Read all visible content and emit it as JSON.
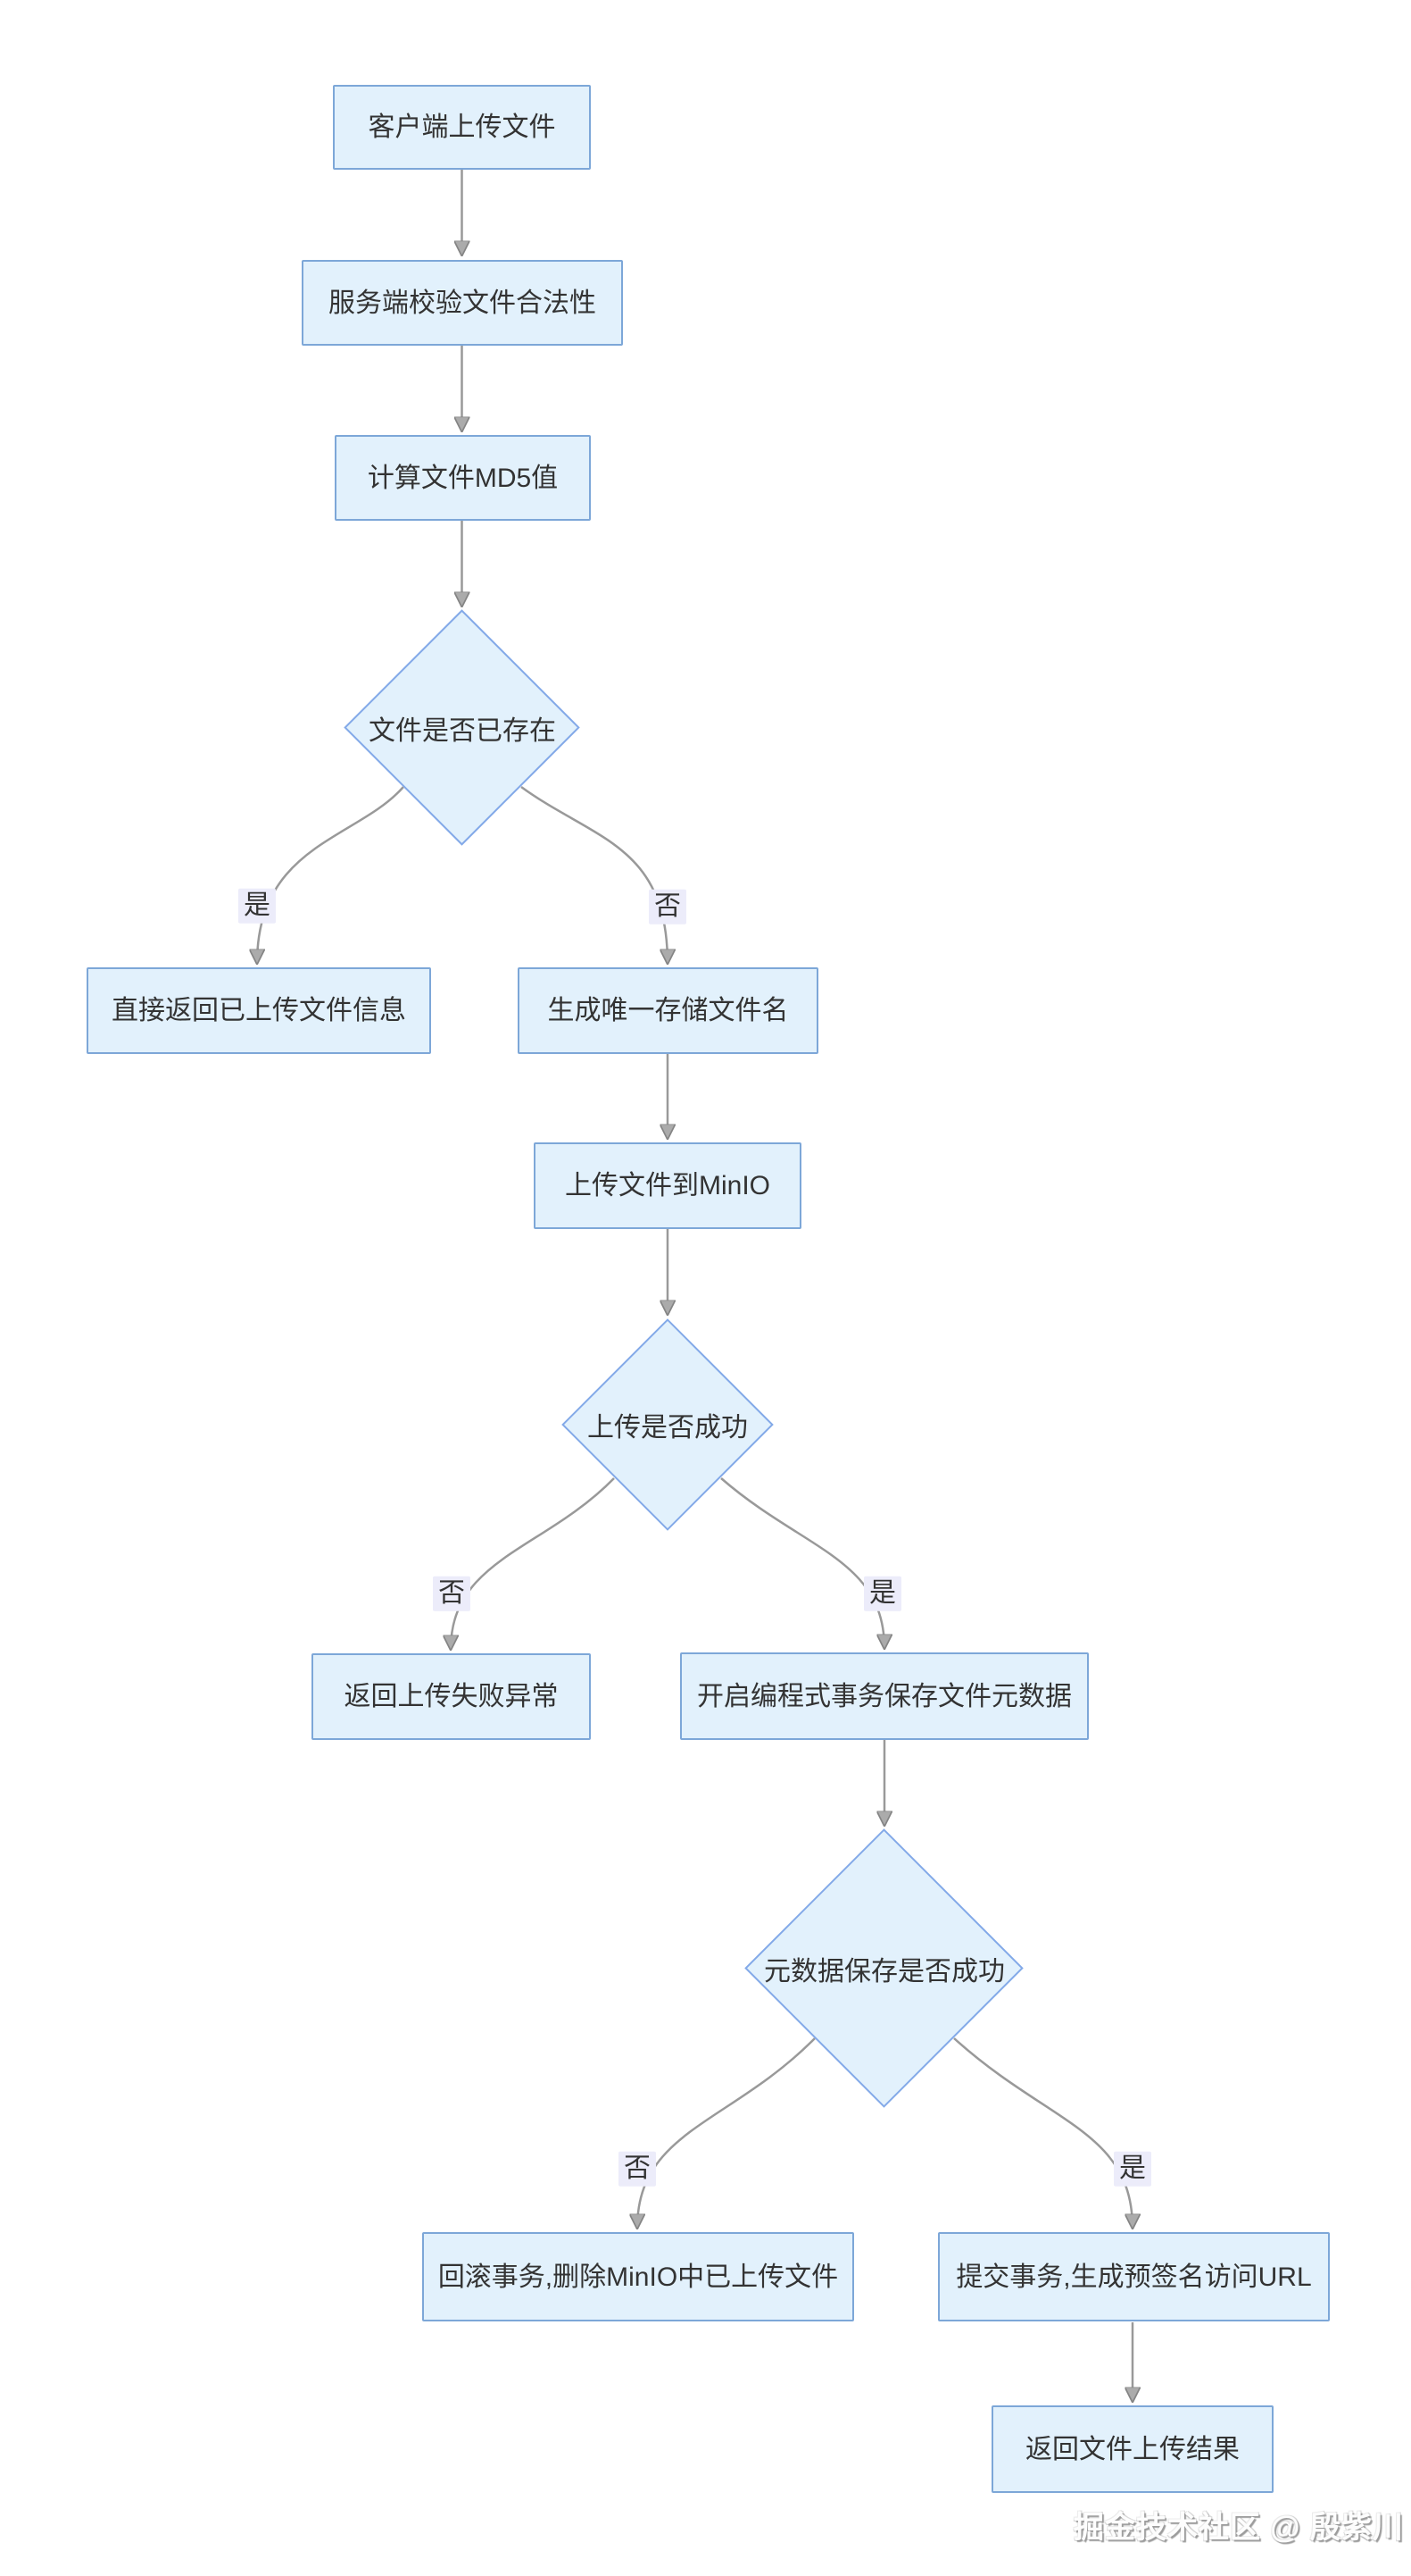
{
  "diagram": {
    "title": "file-upload-flowchart",
    "colors": {
      "background": "#ffffff",
      "node_fill": "#e2f1fc",
      "rect_border": "#7da7d8",
      "diamond_border": "#83a9e8",
      "edge_line": "#999999",
      "edge_label_bg": "#ececfa",
      "text": "#333333"
    },
    "nodes": [
      {
        "id": "A",
        "type": "rect",
        "label": "客户端上传文件"
      },
      {
        "id": "B",
        "type": "rect",
        "label": "服务端校验文件合法性"
      },
      {
        "id": "C",
        "type": "rect",
        "label": "计算文件MD5值"
      },
      {
        "id": "D",
        "type": "diamond",
        "label": "文件是否已存在"
      },
      {
        "id": "E",
        "type": "rect",
        "label": "直接返回已上传文件信息"
      },
      {
        "id": "F",
        "type": "rect",
        "label": "生成唯一存储文件名"
      },
      {
        "id": "G",
        "type": "rect",
        "label": "上传文件到MinIO"
      },
      {
        "id": "H",
        "type": "diamond",
        "label": "上传是否成功"
      },
      {
        "id": "I",
        "type": "rect",
        "label": "返回上传失败异常"
      },
      {
        "id": "J",
        "type": "rect",
        "label": "开启编程式事务保存文件元数据"
      },
      {
        "id": "K",
        "type": "diamond",
        "label": "元数据保存是否成功"
      },
      {
        "id": "L",
        "type": "rect",
        "label": "回滚事务,删除MinIO中已上传文件"
      },
      {
        "id": "M",
        "type": "rect",
        "label": "提交事务,生成预签名访问URL"
      },
      {
        "id": "N",
        "type": "rect",
        "label": "返回文件上传结果"
      }
    ],
    "edge_labels": [
      {
        "from": "D",
        "text": "是"
      },
      {
        "from": "D",
        "text": "否"
      },
      {
        "from": "H",
        "text": "否"
      },
      {
        "from": "H",
        "text": "是"
      },
      {
        "from": "K",
        "text": "否"
      },
      {
        "from": "K",
        "text": "是"
      }
    ],
    "watermark": "掘金技术社区 @ 殷紫川"
  }
}
